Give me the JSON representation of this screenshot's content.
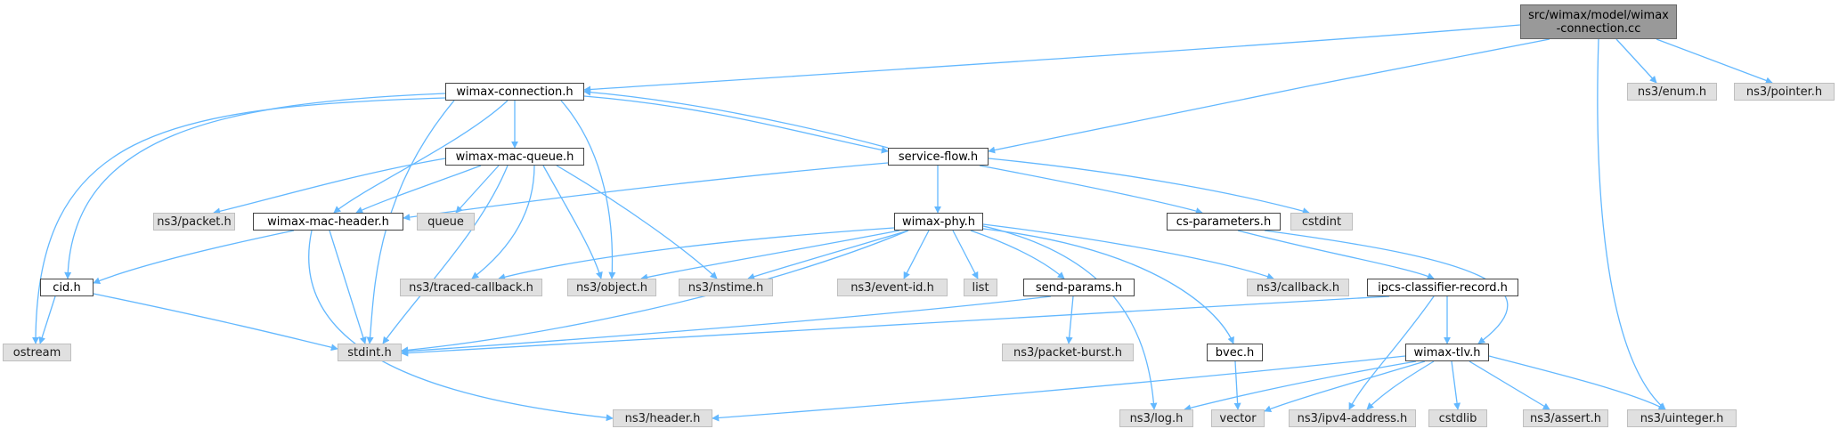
{
  "colors": {
    "edge": "#63b8ff",
    "root_fill": "#999999",
    "internal_fill": "#ffffff",
    "external_fill": "#e0e0e0"
  },
  "nodes": {
    "root": "src/wimax/model/wimax\n-connection.cc",
    "wimax_connection_h": "wimax-connection.h",
    "service_flow_h": "service-flow.h",
    "wimax_mac_queue_h": "wimax-mac-queue.h",
    "wimax_mac_header_h": "wimax-mac-header.h",
    "wimax_phy_h": "wimax-phy.h",
    "cs_parameters_h": "cs-parameters.h",
    "ipcs_classifier_record_h": "ipcs-classifier-record.h",
    "wimax_tlv_h": "wimax-tlv.h",
    "send_params_h": "send-params.h",
    "bvec_h": "bvec.h",
    "cid_h": "cid.h",
    "ns3_enum_h": "ns3/enum.h",
    "ns3_pointer_h": "ns3/pointer.h",
    "ns3_packet_h": "ns3/packet.h",
    "queue": "queue",
    "cstdint": "cstdint",
    "ns3_traced_callback_h": "ns3/traced-callback.h",
    "ns3_object_h": "ns3/object.h",
    "ns3_nstime_h": "ns3/nstime.h",
    "ns3_event_id_h": "ns3/event-id.h",
    "list": "list",
    "ns3_callback_h": "ns3/callback.h",
    "ostream": "ostream",
    "stdint_h": "stdint.h",
    "ns3_packet_burst_h": "ns3/packet-burst.h",
    "ns3_header_h": "ns3/header.h",
    "ns3_log_h": "ns3/log.h",
    "vector": "vector",
    "ns3_ipv4_address_h": "ns3/ipv4-address.h",
    "cstdlib": "cstdlib",
    "ns3_assert_h": "ns3/assert.h",
    "ns3_uinteger_h": "ns3/uinteger.h"
  }
}
